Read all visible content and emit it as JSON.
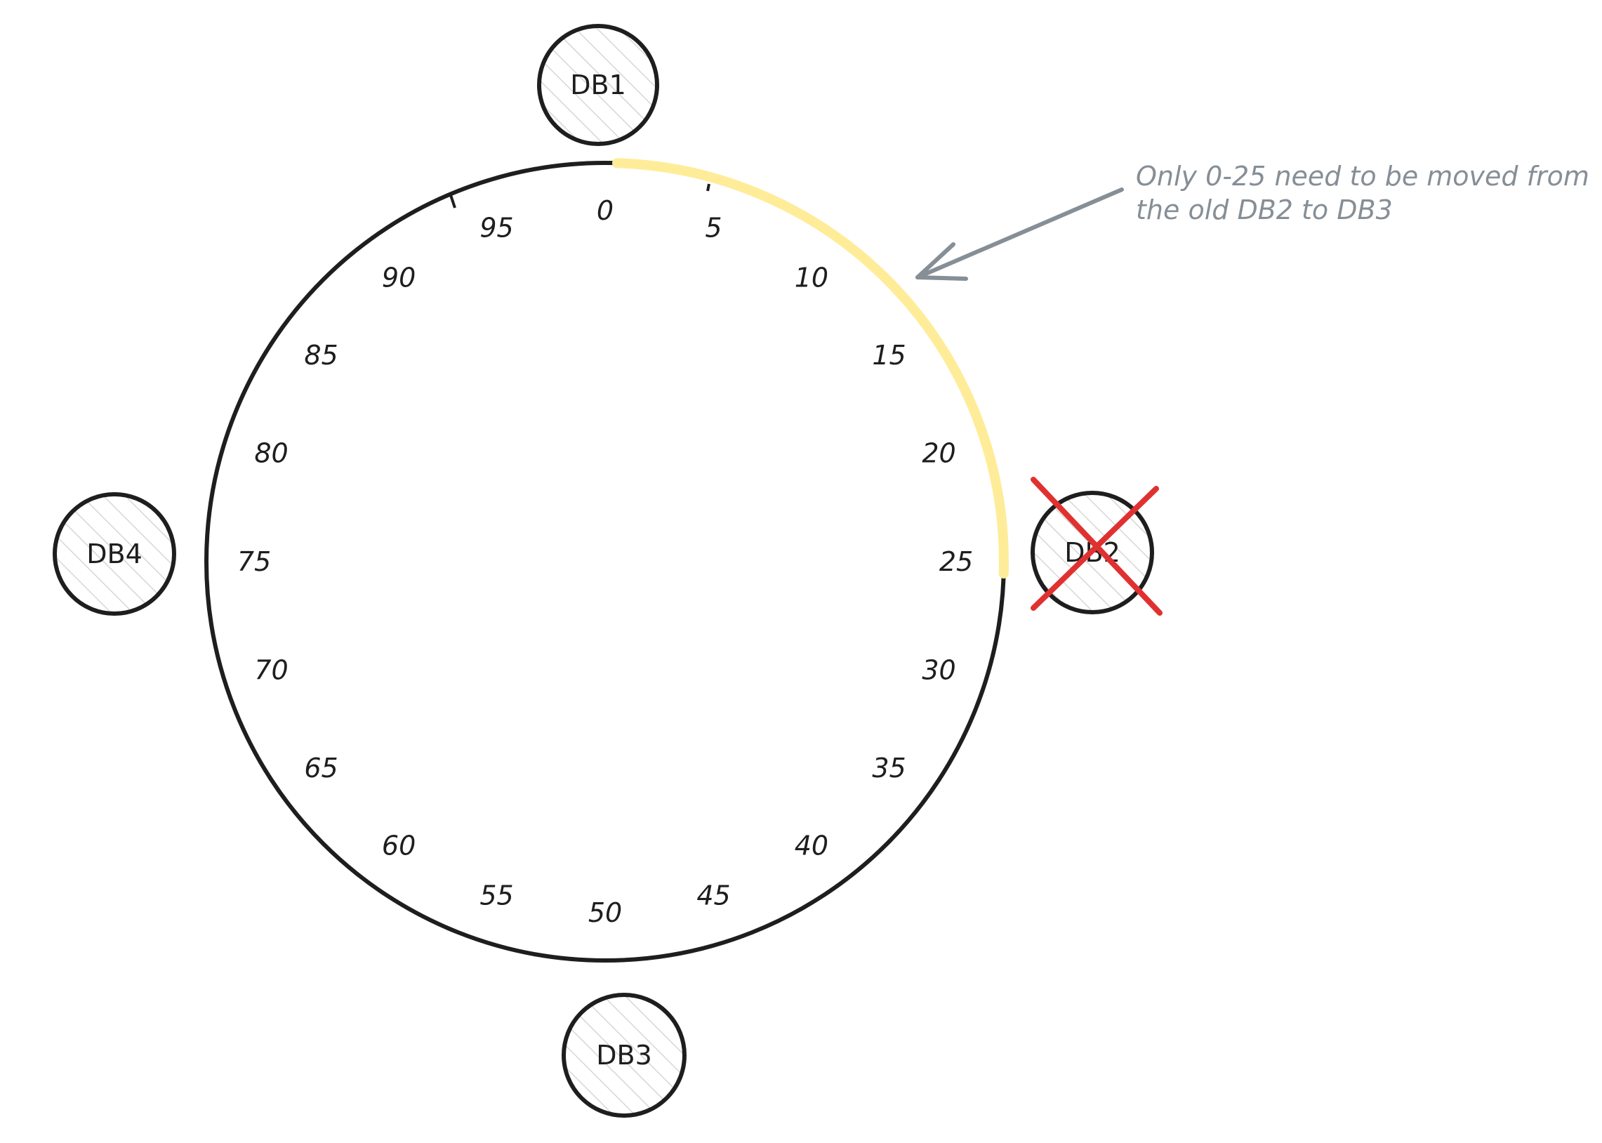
{
  "ring": {
    "ticks": [
      "0",
      "5",
      "10",
      "15",
      "20",
      "25",
      "30",
      "35",
      "40",
      "45",
      "50",
      "55",
      "60",
      "65",
      "70",
      "75",
      "80",
      "85",
      "90",
      "95"
    ],
    "highlight": {
      "from": 0,
      "to": 25,
      "color": "#ffec99"
    }
  },
  "nodes": [
    {
      "id": "db1",
      "label": "DB1",
      "removed": false
    },
    {
      "id": "db2",
      "label": "DB2",
      "removed": true
    },
    {
      "id": "db3",
      "label": "DB3",
      "removed": false
    },
    {
      "id": "db4",
      "label": "DB4",
      "removed": false
    }
  ],
  "annotation": {
    "line1": "Only 0-25 need to be moved from",
    "line2": "the old DB2 to DB3"
  },
  "colors": {
    "stroke": "#1e1e1e",
    "cross": "#e03131",
    "note": "#868e96",
    "hatch": "#cfcfcf"
  }
}
